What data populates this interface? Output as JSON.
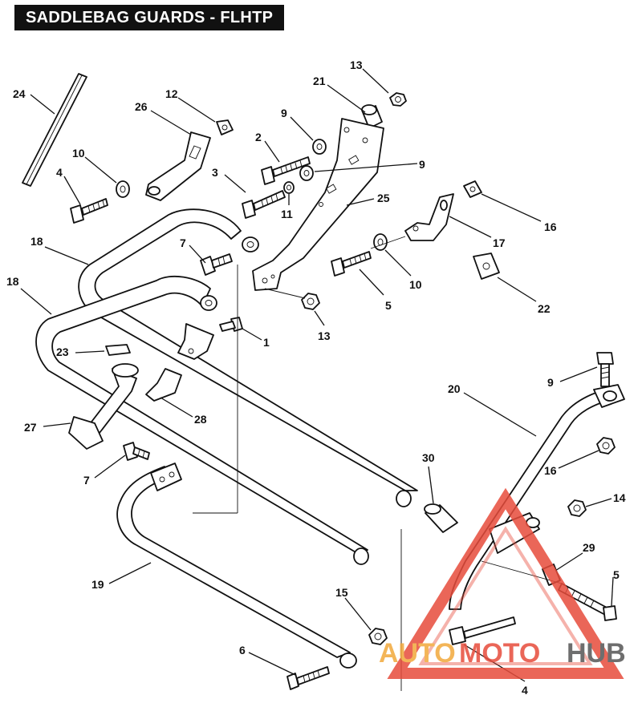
{
  "title": "SADDLEBAG GUARDS - FLHTP",
  "watermark": {
    "part1": "AUTO",
    "part2": "MOTO",
    "part3": "HUB",
    "colors": {
      "orange": "#f2a93b",
      "red": "#e74c3c",
      "gray": "#555555"
    }
  },
  "callouts": [
    {
      "id": "c24",
      "label": "24"
    },
    {
      "id": "c26",
      "label": "26"
    },
    {
      "id": "c12",
      "label": "12"
    },
    {
      "id": "c10a",
      "label": "10"
    },
    {
      "id": "c4a",
      "label": "4"
    },
    {
      "id": "c21",
      "label": "21"
    },
    {
      "id": "c13a",
      "label": "13"
    },
    {
      "id": "c9a",
      "label": "9"
    },
    {
      "id": "c2",
      "label": "2"
    },
    {
      "id": "c3",
      "label": "3"
    },
    {
      "id": "c9b",
      "label": "9"
    },
    {
      "id": "c11",
      "label": "11"
    },
    {
      "id": "c25",
      "label": "25"
    },
    {
      "id": "c16a",
      "label": "16"
    },
    {
      "id": "c17",
      "label": "17"
    },
    {
      "id": "c18a",
      "label": "18"
    },
    {
      "id": "c7a",
      "label": "7"
    },
    {
      "id": "c5a",
      "label": "5"
    },
    {
      "id": "c10b",
      "label": "10"
    },
    {
      "id": "c22",
      "label": "22"
    },
    {
      "id": "c18b",
      "label": "18"
    },
    {
      "id": "c13b",
      "label": "13"
    },
    {
      "id": "c1",
      "label": "1"
    },
    {
      "id": "c23",
      "label": "23"
    },
    {
      "id": "c28",
      "label": "28"
    },
    {
      "id": "c27",
      "label": "27"
    },
    {
      "id": "c9c",
      "label": "9"
    },
    {
      "id": "c20",
      "label": "20"
    },
    {
      "id": "c16b",
      "label": "16"
    },
    {
      "id": "c7b",
      "label": "7"
    },
    {
      "id": "c30",
      "label": "30"
    },
    {
      "id": "c14",
      "label": "14"
    },
    {
      "id": "c29",
      "label": "29"
    },
    {
      "id": "c19",
      "label": "19"
    },
    {
      "id": "c15",
      "label": "15"
    },
    {
      "id": "c5b",
      "label": "5"
    },
    {
      "id": "c6",
      "label": "6"
    },
    {
      "id": "c4b",
      "label": "4"
    }
  ]
}
